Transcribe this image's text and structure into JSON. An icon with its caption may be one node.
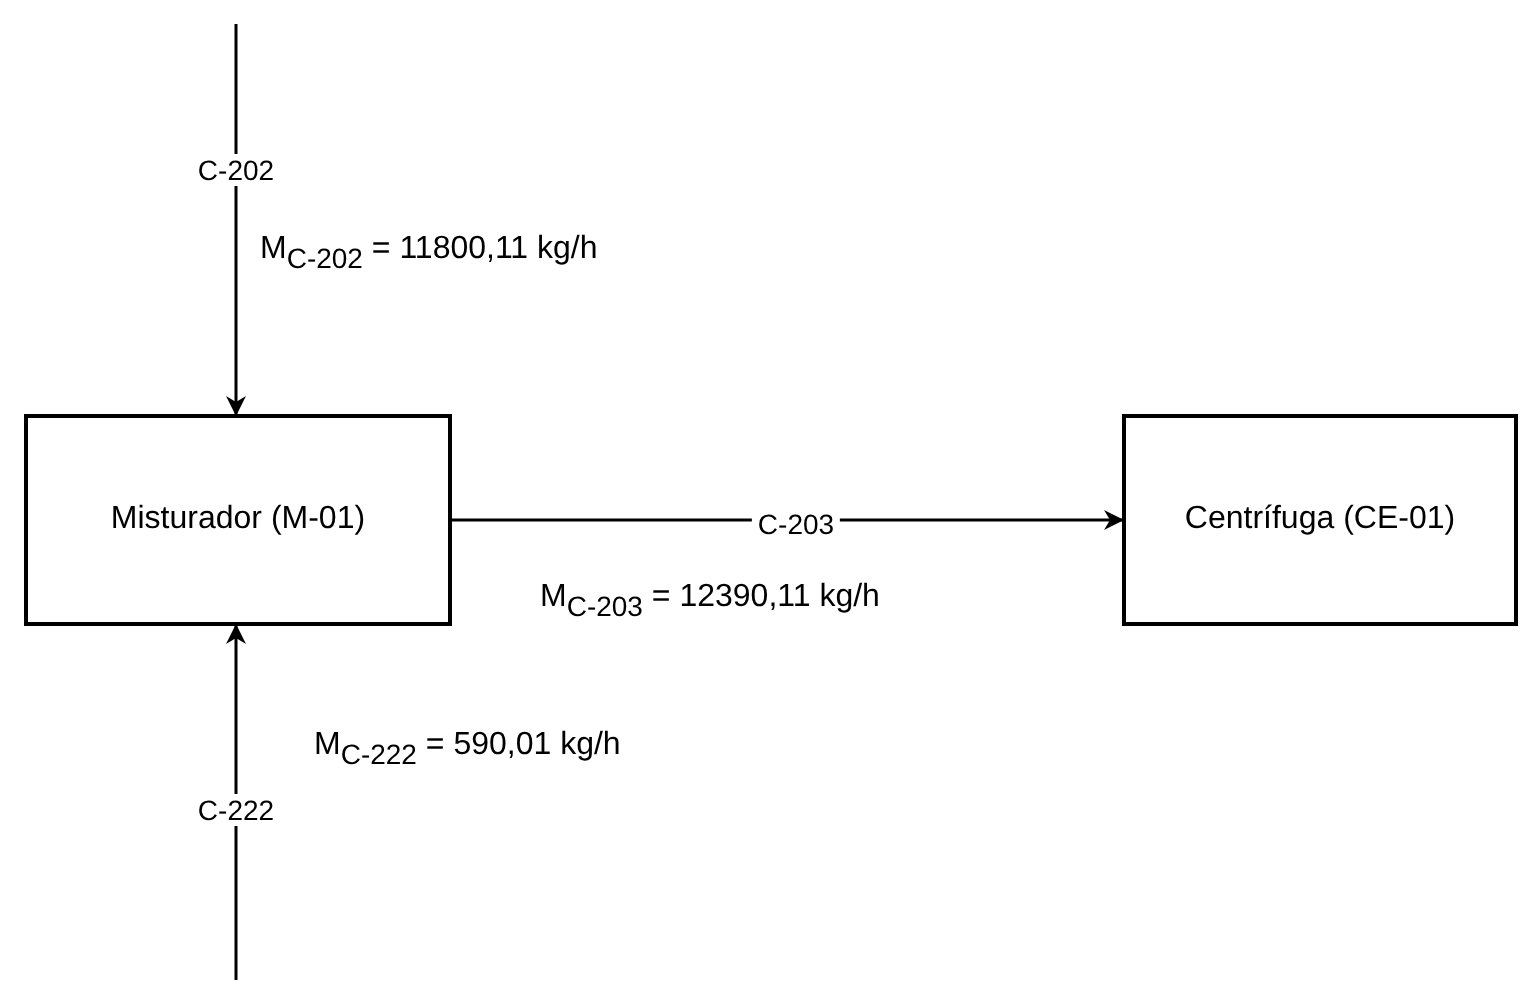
{
  "diagram": {
    "nodes": [
      {
        "text": [
          "Misturador (M-01)"
        ]
      },
      {
        "text": [
          "Centrífuga (CE-01)"
        ]
      }
    ],
    "edges": [
      {
        "from": null,
        "to": 0,
        "arrow": "to",
        "label": "C-202"
      },
      {
        "from": 0,
        "to": 1,
        "arrow": "to",
        "label": "C-203"
      },
      {
        "from": null,
        "to": 0,
        "arrow": "to",
        "label": "C-222"
      }
    ],
    "labels": [
      "M$_{C-202}$ = 11800,11 kg/h",
      "M$_{C-203}$ = 12390,11 kg/h",
      "M$_{C-222}$ = 590,01 kg/h"
    ]
  }
}
